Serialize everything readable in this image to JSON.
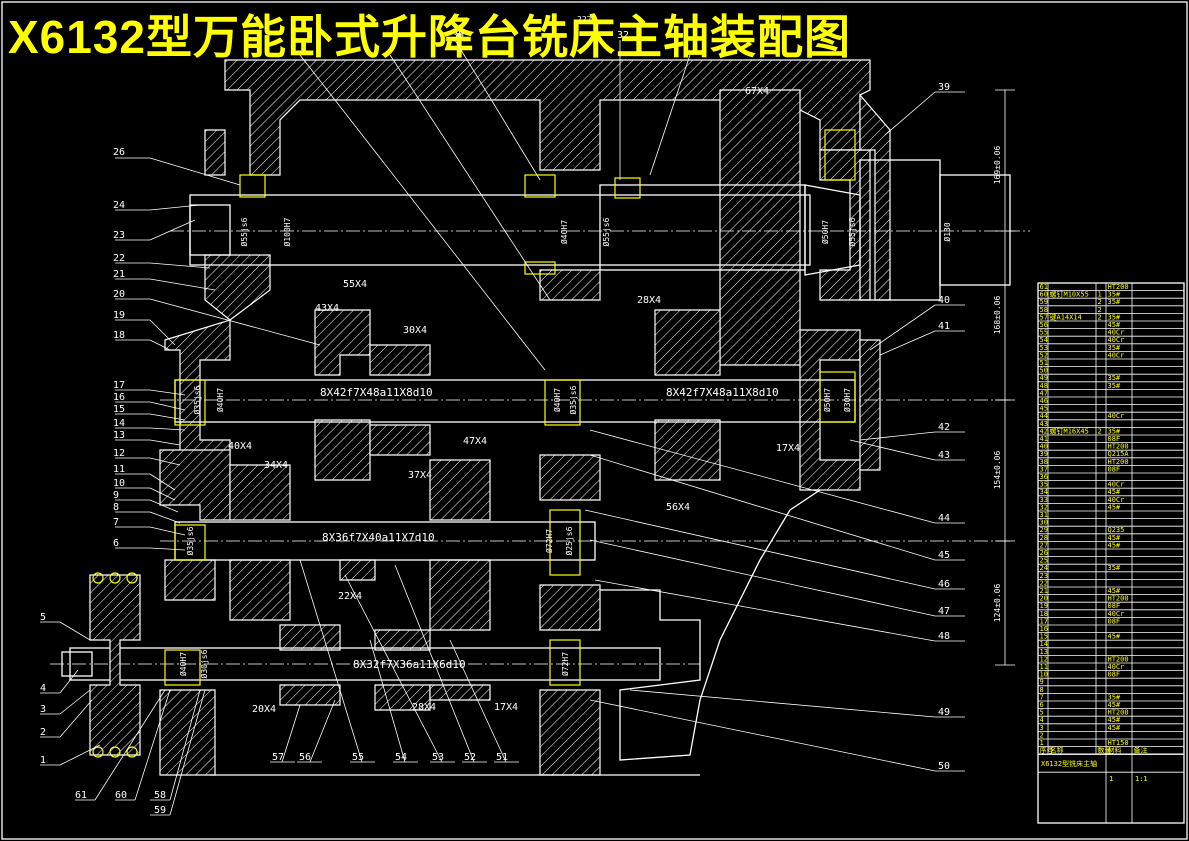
{
  "title": "X6132型万能卧式升降台铣床主轴装配图",
  "colors": {
    "background": "#000000",
    "title": "#ffff00",
    "line": "#ffffff",
    "accent": "#ffff00"
  },
  "callouts_left": [
    "26",
    "24",
    "23",
    "22",
    "21",
    "20",
    "19",
    "18",
    "17",
    "16",
    "15",
    "14",
    "13",
    "12",
    "11",
    "10",
    "9",
    "8",
    "7",
    "6",
    "5",
    "4",
    "3",
    "2",
    "1",
    "61",
    "60",
    "58",
    "59"
  ],
  "callouts_top": [
    "30",
    "32"
  ],
  "callouts_right": [
    "39",
    "40",
    "41",
    "42",
    "43",
    "44",
    "45",
    "46",
    "47",
    "48",
    "49",
    "50"
  ],
  "callouts_bottom": [
    "57",
    "56",
    "55",
    "54",
    "53",
    "52",
    "51"
  ],
  "gear_labels": [
    "67X4",
    "55X4",
    "43X4",
    "30X4",
    "28X4",
    "40X4",
    "34X4",
    "37X4",
    "47X4",
    "17X4",
    "56X4",
    "22X4",
    "20X4",
    "28X4",
    "17X4"
  ],
  "shaft_labels": [
    "8X42f7X48a11X8d10",
    "8X42f7X48a11X8d10",
    "8X36f7X40a11X7d10",
    "8X32f7X36a11X6d10"
  ],
  "diameter_labels": [
    "Ø55js6",
    "Ø100H7",
    "Ø40H7",
    "Ø55js6",
    "Ø50H7",
    "Ø55js6",
    "Ø130",
    "Ø35js6",
    "Ø40H7",
    "Ø40H7",
    "Ø35js6",
    "Ø50H7",
    "Ø30H7",
    "Ø35js6",
    "Ø72H7",
    "Ø25js6",
    "Ø40H7",
    "Ø30js6",
    "Ø72H7"
  ],
  "vertical_dims": [
    "169±0.06",
    "168±0.06",
    "154±0.06",
    "124±0.06"
  ],
  "top_dim": "222",
  "table_rows": [
    [
      "61",
      "",
      "",
      "HT200",
      ""
    ],
    [
      "60",
      "螺钉M10X55",
      "1",
      "35#",
      ""
    ],
    [
      "59",
      "",
      "2",
      "35#",
      ""
    ],
    [
      "58",
      "",
      "2",
      "",
      ""
    ],
    [
      "57",
      "键A14X14",
      "2",
      "35#",
      ""
    ],
    [
      "56",
      "",
      "",
      "45#",
      ""
    ],
    [
      "55",
      "",
      "",
      "40Cr",
      ""
    ],
    [
      "54",
      "",
      "",
      "40Cr",
      ""
    ],
    [
      "53",
      "",
      "",
      "35#",
      ""
    ],
    [
      "52",
      "",
      "",
      "40Cr",
      ""
    ],
    [
      "51",
      "",
      "",
      "",
      ""
    ],
    [
      "50",
      "",
      "",
      "",
      ""
    ],
    [
      "49",
      "",
      "",
      "35#",
      ""
    ],
    [
      "48",
      "",
      "",
      "35#",
      ""
    ],
    [
      "47",
      "",
      "",
      "",
      ""
    ],
    [
      "46",
      "",
      "",
      "",
      ""
    ],
    [
      "45",
      "",
      "",
      "",
      ""
    ],
    [
      "44",
      "",
      "",
      "40Cr",
      ""
    ],
    [
      "43",
      "",
      "",
      "",
      ""
    ],
    [
      "42",
      "螺钉M16X45",
      "2",
      "35#",
      ""
    ],
    [
      "41",
      "",
      "",
      "08F",
      ""
    ],
    [
      "40",
      "",
      "",
      "HT200",
      ""
    ],
    [
      "39",
      "",
      "",
      "Q215A",
      ""
    ],
    [
      "38",
      "",
      "",
      "HT200",
      ""
    ],
    [
      "37",
      "",
      "",
      "08F",
      ""
    ],
    [
      "36",
      "",
      "",
      "",
      ""
    ],
    [
      "35",
      "",
      "",
      "40Cr",
      ""
    ],
    [
      "34",
      "",
      "",
      "45#",
      ""
    ],
    [
      "33",
      "",
      "",
      "40Cr",
      ""
    ],
    [
      "32",
      "",
      "",
      "45#",
      ""
    ],
    [
      "31",
      "",
      "",
      "",
      ""
    ],
    [
      "30",
      "",
      "",
      "",
      ""
    ],
    [
      "29",
      "",
      "",
      "Q235",
      ""
    ],
    [
      "28",
      "",
      "",
      "45#",
      ""
    ],
    [
      "27",
      "",
      "",
      "45#",
      ""
    ],
    [
      "26",
      "",
      "",
      "",
      ""
    ],
    [
      "25",
      "",
      "",
      "",
      ""
    ],
    [
      "24",
      "",
      "",
      "35#",
      ""
    ],
    [
      "23",
      "",
      "",
      "",
      ""
    ],
    [
      "22",
      "",
      "",
      "",
      ""
    ],
    [
      "21",
      "",
      "",
      "45#",
      ""
    ],
    [
      "20",
      "",
      "",
      "HT200",
      ""
    ],
    [
      "19",
      "",
      "",
      "08F",
      ""
    ],
    [
      "18",
      "",
      "",
      "40Cr",
      ""
    ],
    [
      "17",
      "",
      "",
      "08F",
      ""
    ],
    [
      "16",
      "",
      "",
      "",
      ""
    ],
    [
      "15",
      "",
      "",
      "45#",
      ""
    ],
    [
      "14",
      "",
      "",
      "",
      ""
    ],
    [
      "13",
      "",
      "",
      "",
      ""
    ],
    [
      "12",
      "",
      "",
      "HT200",
      ""
    ],
    [
      "11",
      "",
      "",
      "40Cr",
      ""
    ],
    [
      "10",
      "",
      "",
      "08F",
      ""
    ],
    [
      "9",
      "",
      "",
      "",
      ""
    ],
    [
      "8",
      "",
      "",
      "",
      ""
    ],
    [
      "7",
      "",
      "",
      "35#",
      ""
    ],
    [
      "6",
      "",
      "",
      "45#",
      ""
    ],
    [
      "5",
      "",
      "",
      "HT200",
      ""
    ],
    [
      "4",
      "",
      "",
      "45#",
      ""
    ],
    [
      "3",
      "",
      "",
      "45#",
      ""
    ],
    [
      "2",
      "",
      "",
      "",
      ""
    ],
    [
      "1",
      "",
      "",
      "HT150",
      ""
    ]
  ],
  "table_header": [
    "序号",
    "名称",
    "数量",
    "材料",
    "备注"
  ],
  "title_block": {
    "name": "X6132型铣床主轴",
    "scale": "1:1",
    "count": "1"
  }
}
